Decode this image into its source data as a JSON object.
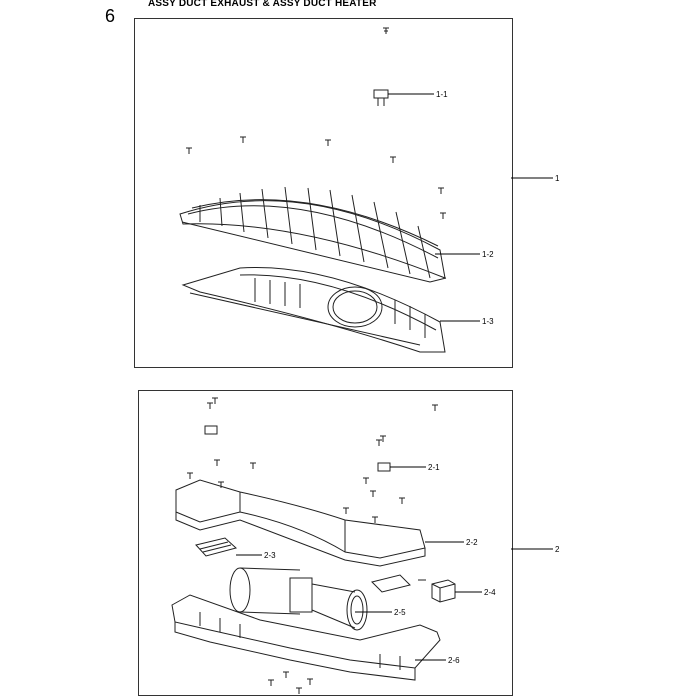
{
  "header": {
    "page_number": "6",
    "title": "ASSY DUCT EXHAUST & ASSY DUCT HEATER"
  },
  "assemblies": [
    {
      "id": "1",
      "callouts": [
        "1-1",
        "1-2",
        "1-3"
      ]
    },
    {
      "id": "2",
      "callouts": [
        "2-1",
        "2-2",
        "2-3",
        "2-4",
        "2-5",
        "2-6"
      ]
    }
  ]
}
